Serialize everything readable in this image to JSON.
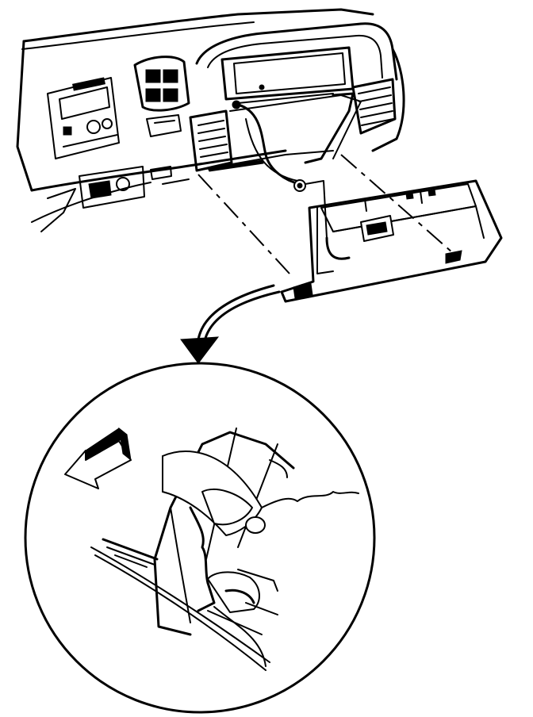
{
  "illustration": {
    "colors": {
      "ink": "#000000",
      "paper": "#ffffff"
    },
    "parts": [
      "instrument-panel",
      "glove-box-door",
      "door-wire-harness",
      "detail-view-circle",
      "hinge-pin-clip",
      "removal-direction-arrow"
    ]
  }
}
